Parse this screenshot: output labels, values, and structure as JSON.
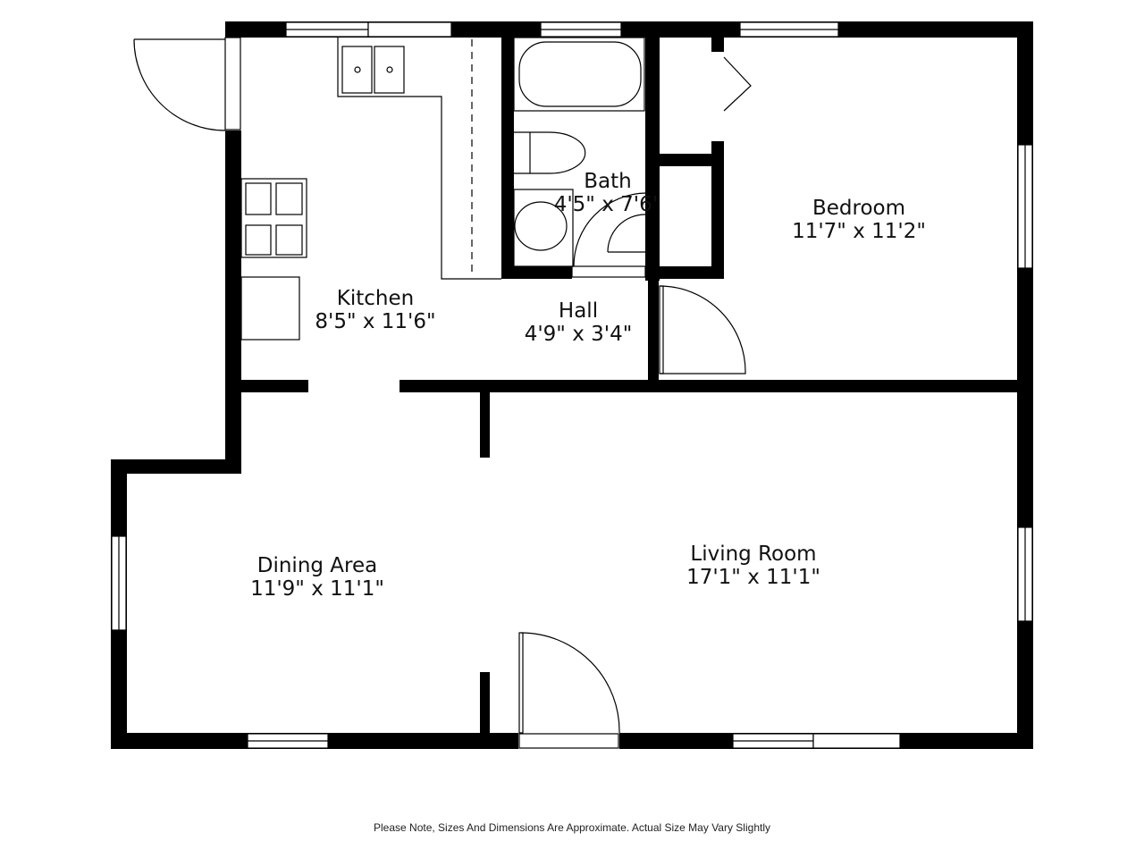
{
  "rooms": [
    {
      "name": "Kitchen",
      "dims": "8'5\" x 11'6\""
    },
    {
      "name": "Bath",
      "dims": "4'5\" x 7'6\""
    },
    {
      "name": "Bedroom",
      "dims": "11'7\" x 11'2\""
    },
    {
      "name": "Hall",
      "dims": "4'9\" x 3'4\""
    },
    {
      "name": "Dining Area",
      "dims": "11'9\" x 11'1\""
    },
    {
      "name": "Living Room",
      "dims": "17'1\" x 11'1\""
    }
  ],
  "footer_note": "Please Note, Sizes And Dimensions Are Approximate. Actual Size May Vary Slightly",
  "colors": {
    "wall": "#000000",
    "background": "#ffffff"
  }
}
